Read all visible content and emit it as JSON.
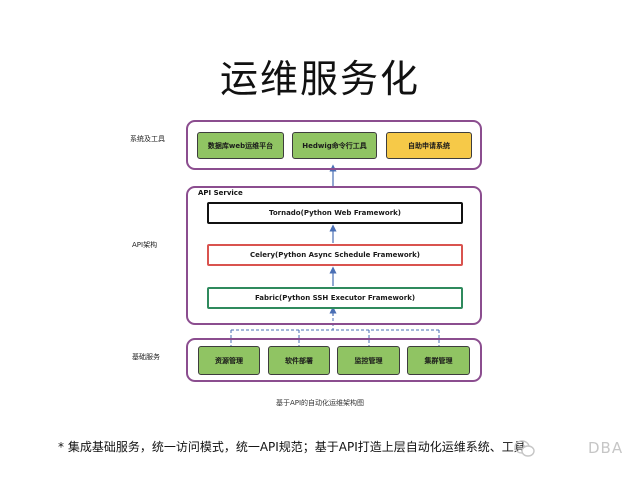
{
  "title": "运维服务化",
  "layers": {
    "tools": {
      "label": "系统及工具",
      "items": [
        "数据库web运维平台",
        "Hedwig命令行工具",
        "自助申请系统"
      ]
    },
    "api": {
      "label": "API架构",
      "caption": "API Service",
      "frameworks": [
        "Tornado(Python Web Framework)",
        "Celery(Python Async Schedule Framework)",
        "Fabric(Python SSH Executor Framework)"
      ]
    },
    "base": {
      "label": "基础服务",
      "items": [
        "资源管理",
        "软件部署",
        "监控管理",
        "集群管理"
      ]
    }
  },
  "figure_caption": "基于API的自动化运维架构图",
  "footnote": "* 集成基础服务，统一访问模式，统一API规范；基于API打造上层自动化运维系统、工具。",
  "watermark": "DBA",
  "colors": {
    "layer_border": "#8b4d8f",
    "green_node": "#90c463",
    "yellow_node": "#f6c948",
    "tornado_border": "#111111",
    "celery_border": "#d9534f",
    "fabric_border": "#2f8a5d",
    "connector": "#4a6fb5"
  },
  "icons": {
    "watermark_logo": "wechat-icon"
  }
}
